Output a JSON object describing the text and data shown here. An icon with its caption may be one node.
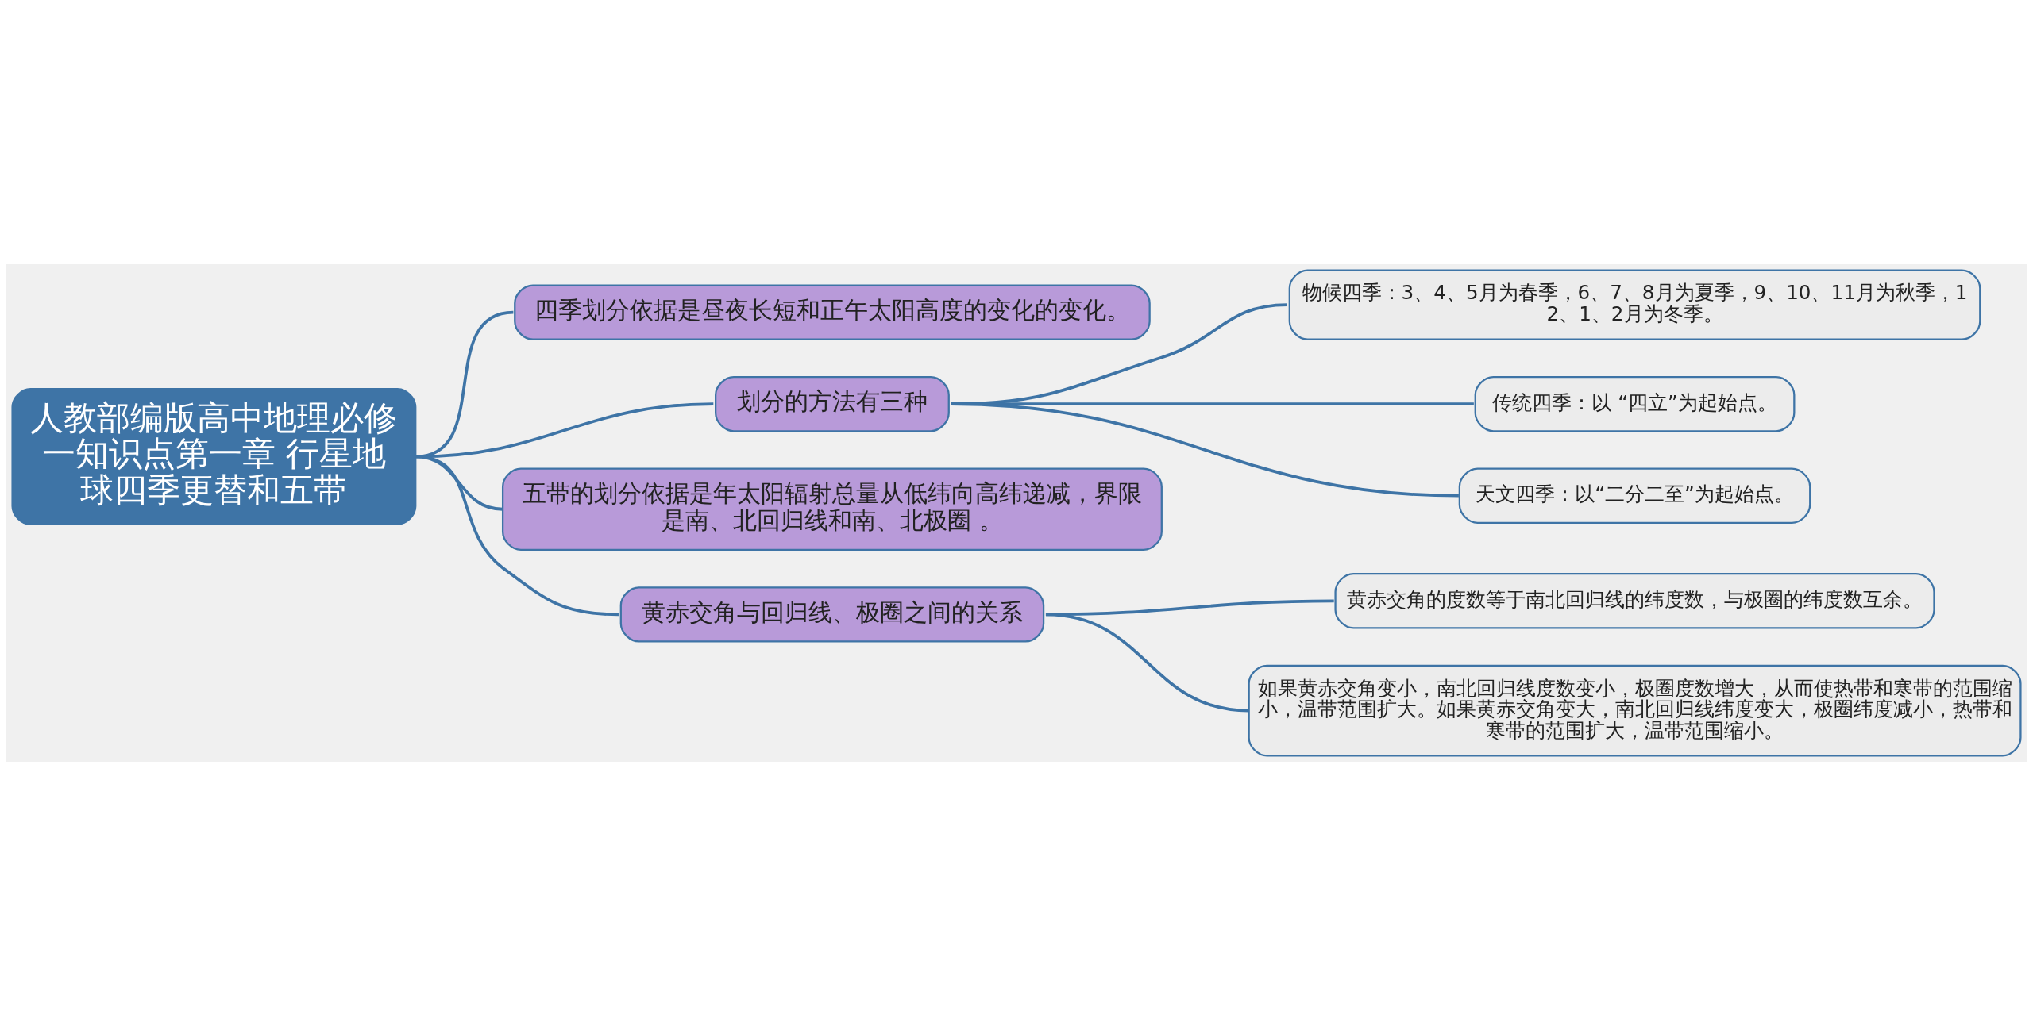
{
  "diagram": {
    "nodes": [
      {
        "text": [
          "人教部编版高中地理必修一知识点第一章 行星地球四季更替和五带"
        ]
      },
      {
        "text": [
          "四季划分依据是昼夜长短和正午太阳高度的变化的变化。"
        ]
      },
      {
        "text": [
          "划分的方法有三种"
        ]
      },
      {
        "text": [
          "物候四季：3、4、5月为春季，6、7、8月为夏季，9、10、11月为秋季，12、1、2月为冬季。"
        ]
      },
      {
        "text": [
          "传统四季：以 “四立”为起始点。"
        ]
      },
      {
        "text": [
          "天文四季：以“二分二至”为起始点。"
        ]
      },
      {
        "text": [
          "五带的划分依据是年太阳辐射总量从低纬向高纬递减，界限是南、北回归线和南、北极圈 。"
        ]
      },
      {
        "text": [
          "黄赤交角与回归线、极圈之间的关系"
        ]
      },
      {
        "text": [
          "黄赤交角的度数等于南北回归线的纬度数，与极圈的纬度数互余。"
        ]
      },
      {
        "text": [
          "如果黄赤交角变小，南北回归线度数变小，极圈度数增大，从而使热带和寒带的范围缩小，温带范围扩大。如果黄赤交角变大，南北回归线纬度变大，极圈纬度减小，热带和寒带的范围扩大，温带范围缩小。"
        ]
      }
    ],
    "edges": [
      {
        "from": 0,
        "to": 1,
        "arrow": "none"
      },
      {
        "from": 0,
        "to": 2,
        "arrow": "none"
      },
      {
        "from": 2,
        "to": 3,
        "arrow": "none"
      },
      {
        "from": 2,
        "to": 4,
        "arrow": "none"
      },
      {
        "from": 2,
        "to": 5,
        "arrow": "none"
      },
      {
        "from": 0,
        "to": 6,
        "arrow": "none"
      },
      {
        "from": 0,
        "to": 7,
        "arrow": "none"
      },
      {
        "from": 7,
        "to": 8,
        "arrow": "none"
      },
      {
        "from": 7,
        "to": 9,
        "arrow": "none"
      }
    ]
  }
}
